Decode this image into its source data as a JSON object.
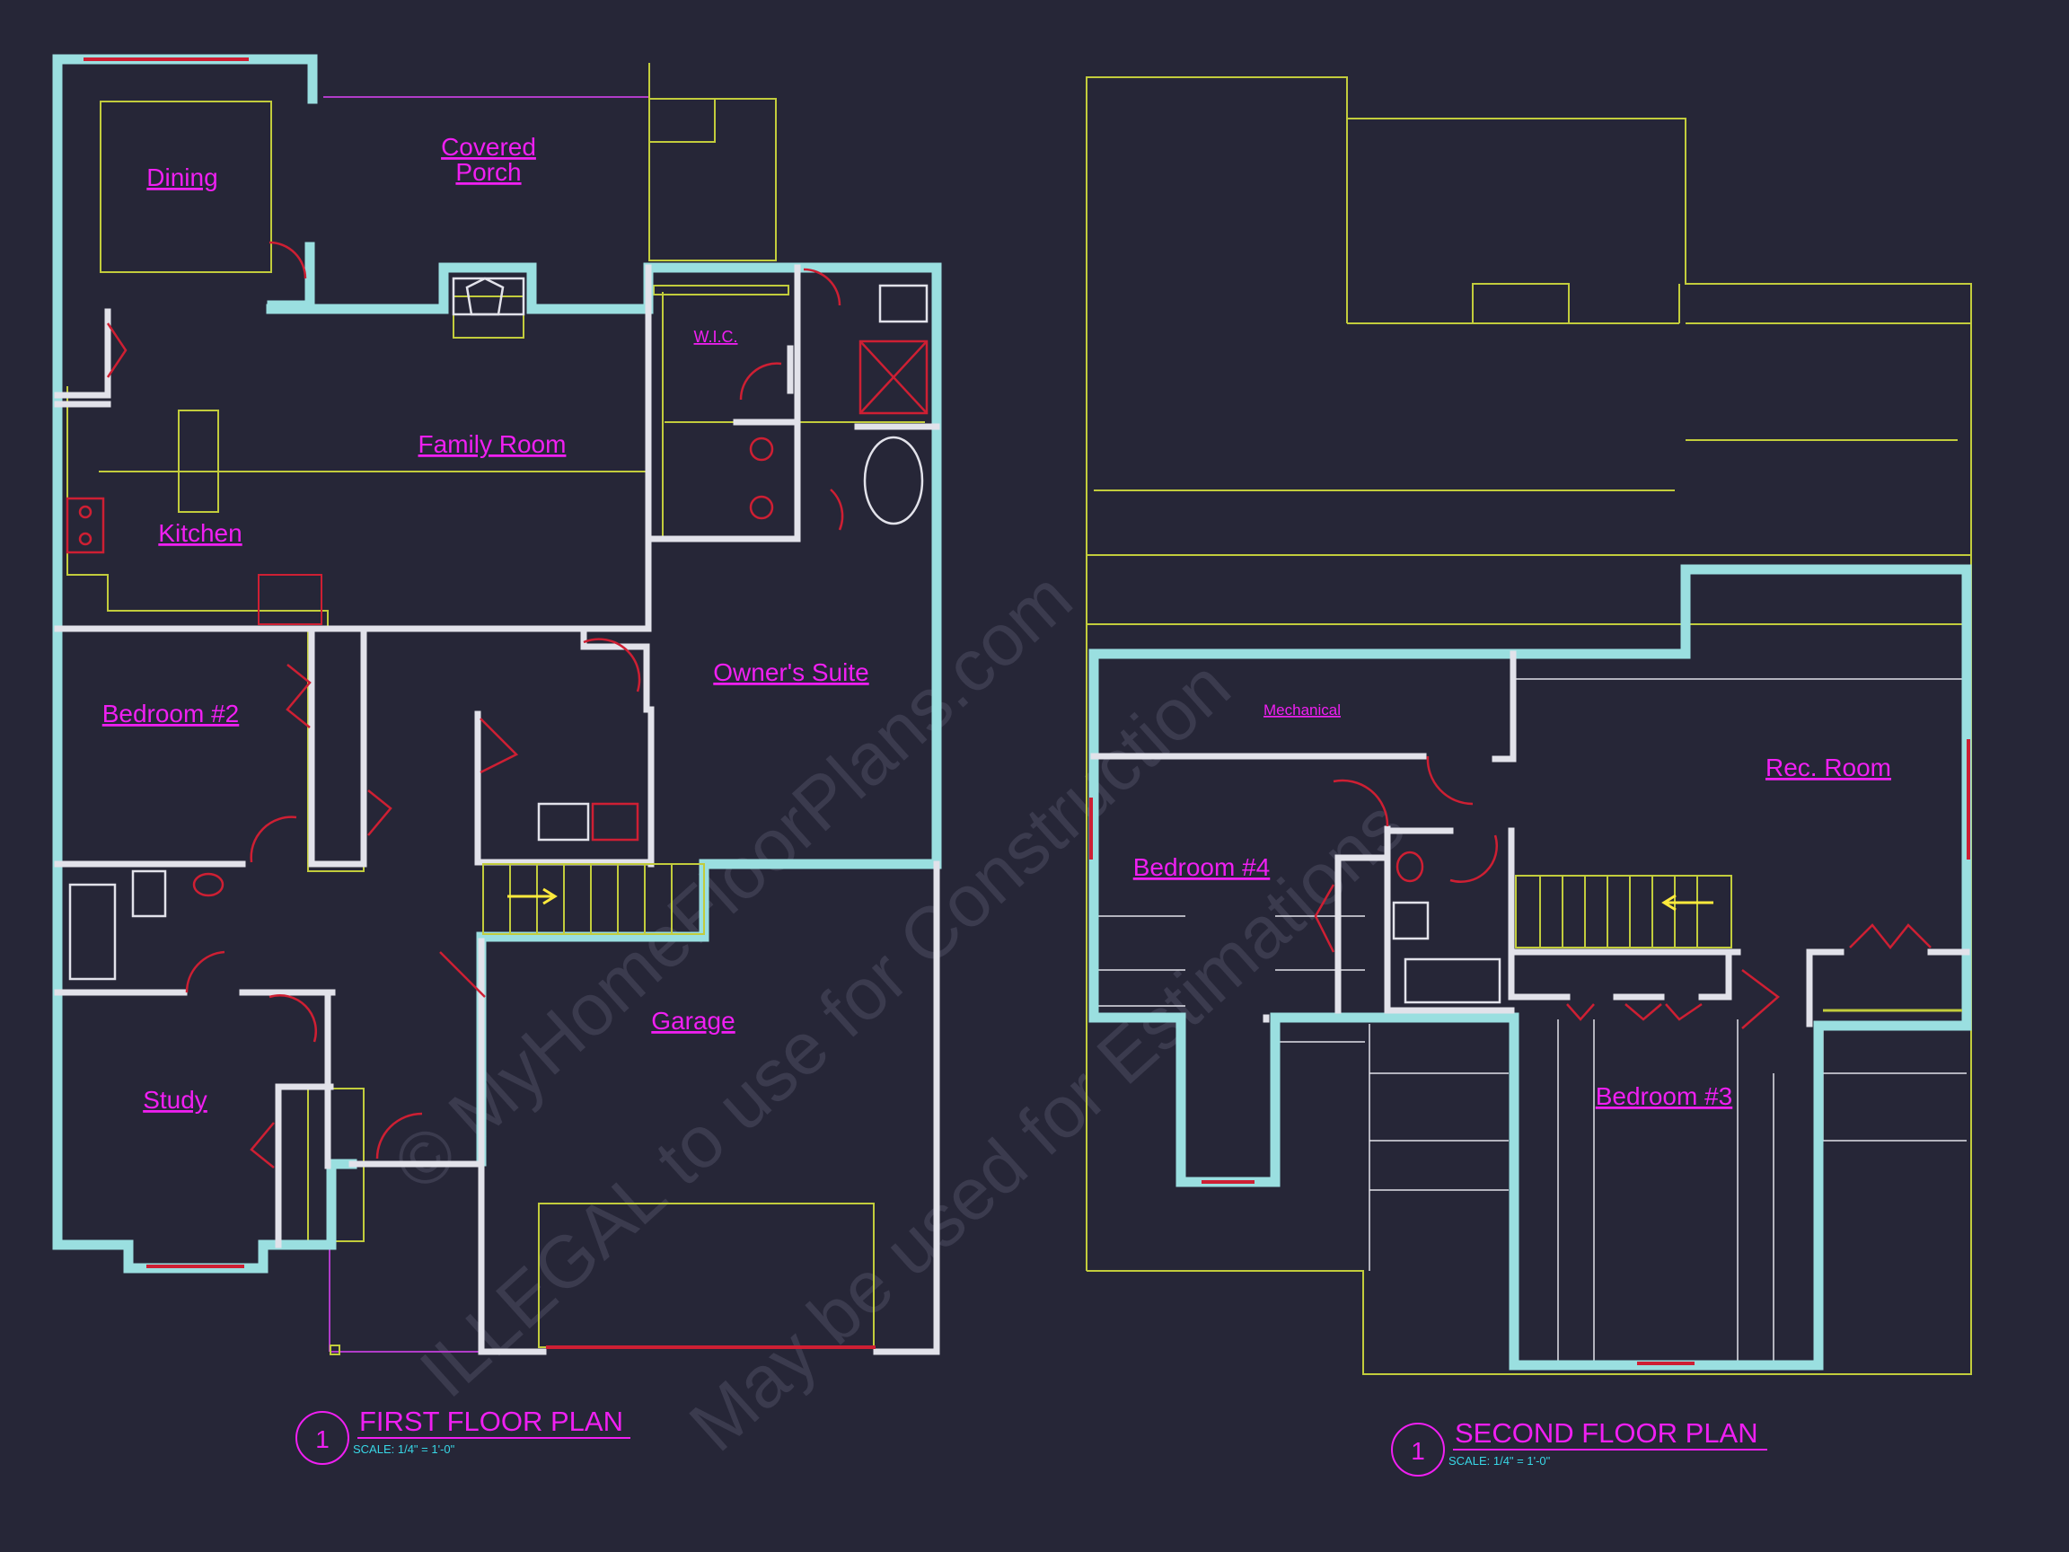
{
  "colors": {
    "background": "#262637",
    "exterior_wall": "#9adfe0",
    "interior_wall": "#e2e2ea",
    "outline": "#c2cc3c",
    "room_label": "#f01ff2",
    "fixture": "#ce1f33",
    "detail_text": "#38d7e6",
    "watermark": "#3b3b4e"
  },
  "watermark": {
    "line1": "ILLEGAL to use for Construction",
    "line2": "© MyHomeFloorPlans.com",
    "line3": "May be used for Estimations"
  },
  "first_floor": {
    "title": "FIRST FLOOR PLAN",
    "number": "1",
    "scale": "SCALE: 1/4\" = 1'-0\"",
    "rooms": {
      "dining": "Dining",
      "covered_porch_line1": "Covered",
      "covered_porch_line2": "Porch",
      "family_room": "Family Room",
      "kitchen": "Kitchen",
      "wic": "W.I.C.",
      "owners_suite": "Owner's Suite",
      "bedroom2": "Bedroom #2",
      "garage": "Garage",
      "study": "Study"
    }
  },
  "second_floor": {
    "title": "SECOND FLOOR PLAN",
    "number": "1",
    "scale": "SCALE: 1/4\" = 1'-0\"",
    "rooms": {
      "mechanical": "Mechanical",
      "rec_room": "Rec. Room",
      "bedroom4": "Bedroom #4",
      "bedroom3": "Bedroom #3"
    }
  }
}
